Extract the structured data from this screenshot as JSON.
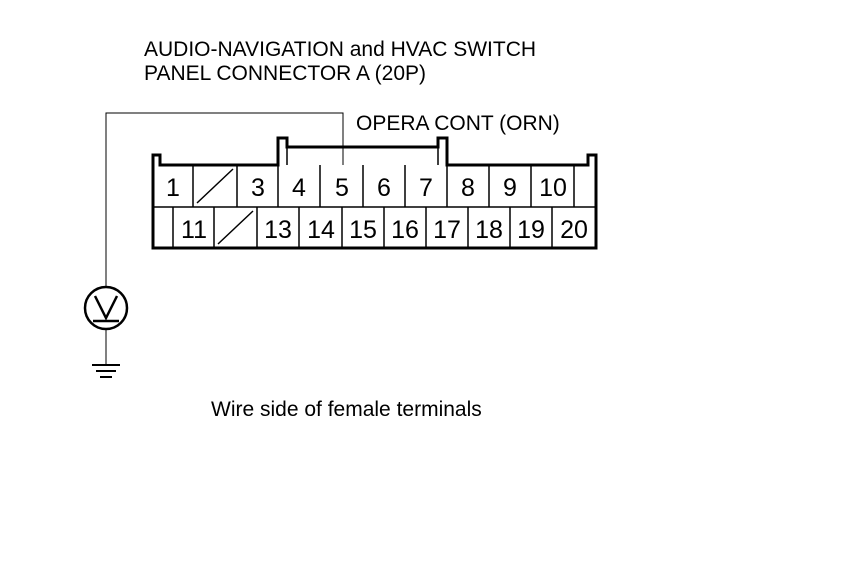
{
  "title": {
    "line1": "AUDIO-NAVIGATION and HVAC SWITCH",
    "line2": "PANEL CONNECTOR A (20P)"
  },
  "callout": {
    "label": "OPERA CONT (ORN)",
    "terminal": "5"
  },
  "connector": {
    "top_row": [
      "1",
      "",
      "3",
      "4",
      "5",
      "6",
      "7",
      "8",
      "9",
      "10",
      ""
    ],
    "bottom_row": [
      "",
      "11",
      "",
      "13",
      "14",
      "15",
      "16",
      "17",
      "18",
      "19",
      "20"
    ]
  },
  "meter": {
    "symbol": "V"
  },
  "caption": "Wire side of female terminals"
}
